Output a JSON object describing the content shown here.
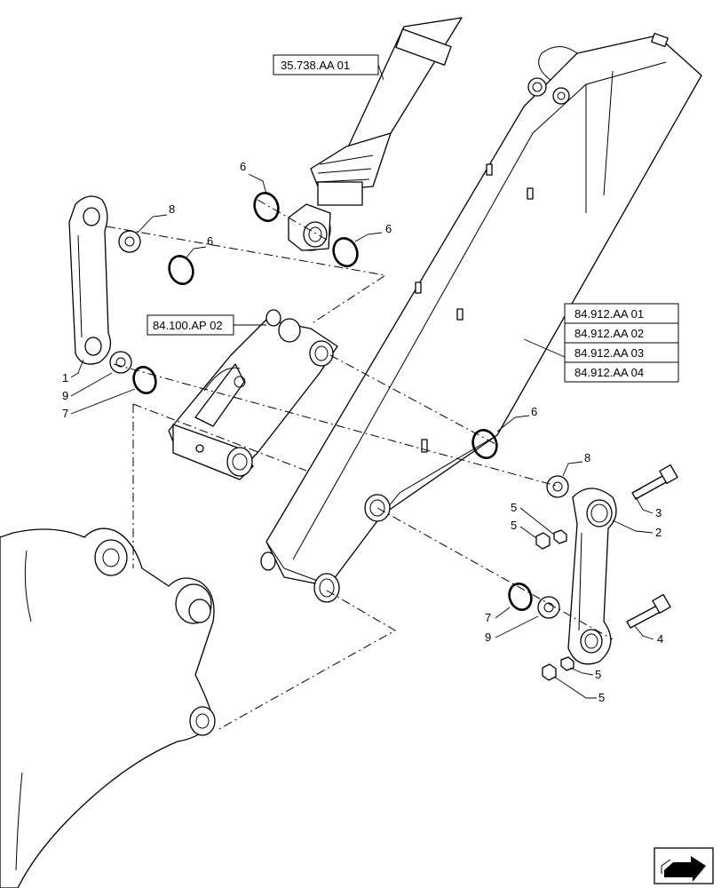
{
  "references": {
    "cylinder": "35.738.AA 01",
    "linkage": "84.100.AP 02",
    "boom": [
      "84.912.AA 01",
      "84.912.AA 02",
      "84.912.AA 03",
      "84.912.AA 04"
    ]
  },
  "callouts": {
    "c1": "1",
    "c2": "2",
    "c3": "3",
    "c4": "4",
    "c5a": "5",
    "c5b": "5",
    "c5c": "5",
    "c5d": "5",
    "c6a": "6",
    "c6b": "6",
    "c6c": "6",
    "c6d": "6",
    "c7a": "7",
    "c7b": "7",
    "c8a": "8",
    "c8b": "8",
    "c9a": "9",
    "c9b": "9"
  },
  "nav_icon": "arrow-next-icon"
}
